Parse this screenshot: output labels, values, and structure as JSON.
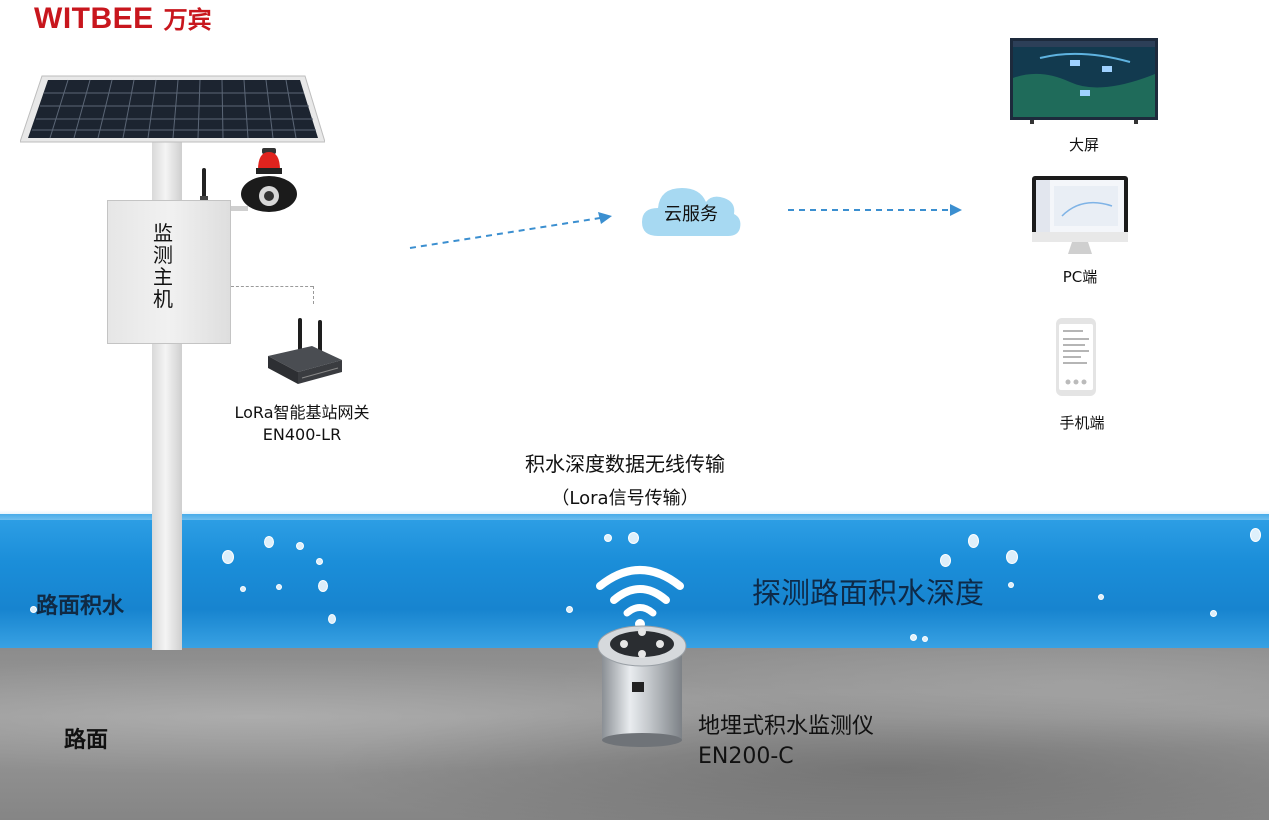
{
  "brand": {
    "name_en": "WITBEE",
    "name_cn": "万宾"
  },
  "diagram": {
    "host_label": "监\n测\n主\n机",
    "gateway": {
      "line1": "LoRa智能基站网关",
      "line2": "EN400-LR"
    },
    "cloud_label": "云服务",
    "transmission": {
      "line1": "积水深度数据无线传输",
      "line2": "（Lora信号传输）"
    },
    "clients": [
      {
        "label": "大屏",
        "icon": "large-screen-icon"
      },
      {
        "label": "PC端",
        "icon": "desktop-monitor-icon"
      },
      {
        "label": "手机端",
        "icon": "mobile-phone-icon"
      }
    ],
    "water_label": "路面积水",
    "road_label": "路面",
    "detect_label": "探测路面积水深度",
    "sensor": {
      "line1": "地埋式积水监测仪",
      "line2": "EN200-C"
    }
  },
  "colors": {
    "brand": "#c8161d",
    "arrow": "#3b8fd0",
    "cloud": "#a7d9f2",
    "water": "#1b8ed9",
    "road": "#8f8f8f"
  }
}
